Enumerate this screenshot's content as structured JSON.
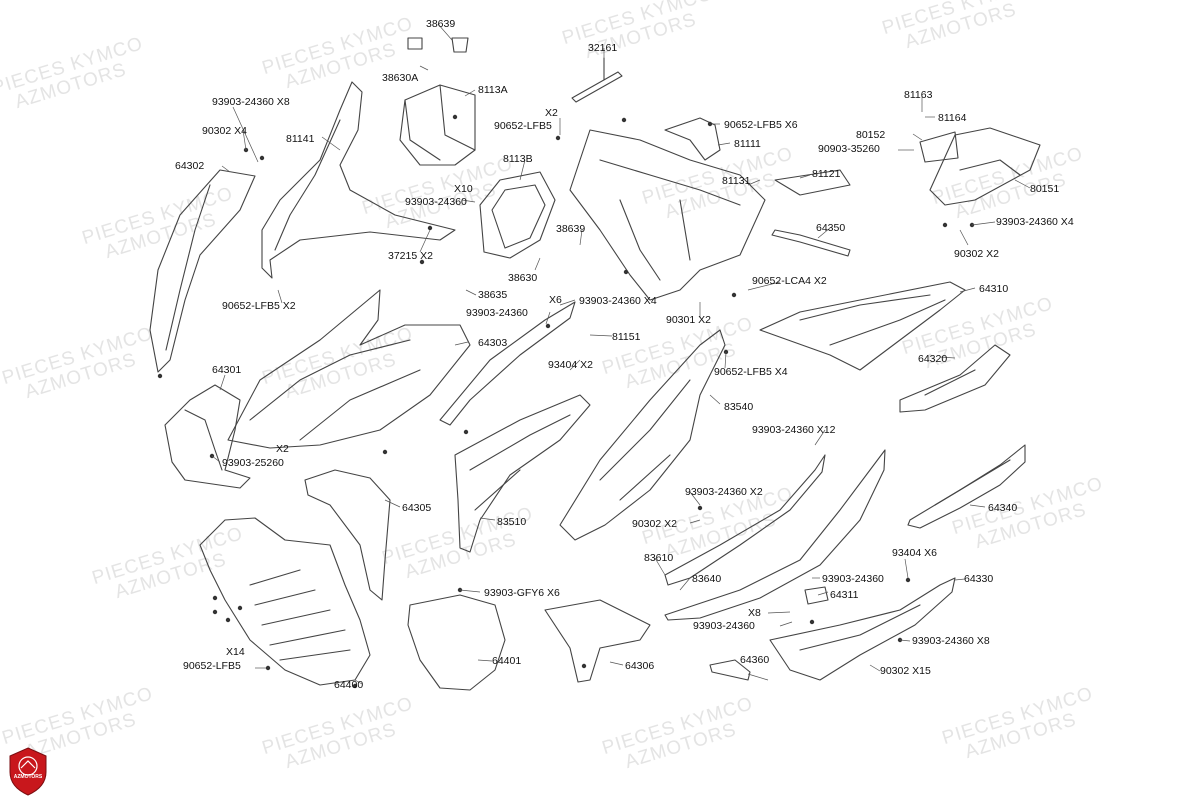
{
  "watermark": {
    "line1": "PIECES KYMCO",
    "line2": "AZMOTORS"
  },
  "logo": {
    "text": "AZMOTORS",
    "color": "#c8171c"
  },
  "labels": [
    "38639",
    "38630A",
    "8113A",
    "32161",
    "93903-24360 X8",
    "90302 X4",
    "81141",
    "64302",
    "X2",
    "90652-LFB5",
    "90652-LFB5 X6",
    "81111",
    "81163",
    "81164",
    "80152",
    "90903-35260",
    "80151",
    "93903-24360 X4",
    "90302 X2",
    "8113B",
    "X10",
    "93903-24360",
    "81131",
    "81121",
    "64350",
    "38639",
    "37215 X2",
    "38630",
    "90652-LCA4 X2",
    "38635",
    "90652-LFB5 X2",
    "X6",
    "93903-24360",
    "93903-24360 X4",
    "90301 X2",
    "64310",
    "81151",
    "64303",
    "93404 X2",
    "90652-LFB5 X4",
    "64320",
    "64301",
    "83540",
    "X2",
    "93903-25260",
    "93903-24360 X12",
    "93903-24360 X2",
    "64305",
    "83510",
    "90302 X2",
    "64340",
    "83610",
    "93404 X6",
    "83640",
    "93903-24360",
    "64330",
    "64311",
    "X8",
    "93903-24360",
    "93903-GFY6 X6",
    "93903-24360 X8",
    "X14",
    "90652-LFB5",
    "64401",
    "64306",
    "64360",
    "90302 X15",
    "64400"
  ]
}
